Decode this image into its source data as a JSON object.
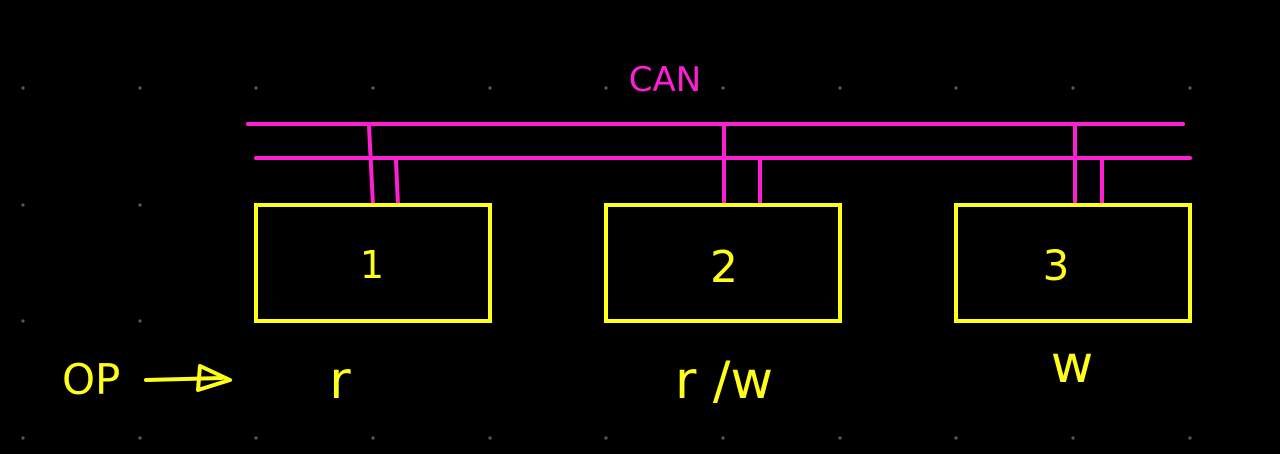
{
  "colors": {
    "background": "#000000",
    "bus": "#ff1fd2",
    "node": "#ffff1a",
    "grid_dot": "#5a5a5a"
  },
  "bus": {
    "label": "CAN"
  },
  "nodes": [
    {
      "id": "1",
      "op": "r"
    },
    {
      "id": "2",
      "op": "r /w"
    },
    {
      "id": "3",
      "op": "w"
    }
  ],
  "op_label": "OP"
}
